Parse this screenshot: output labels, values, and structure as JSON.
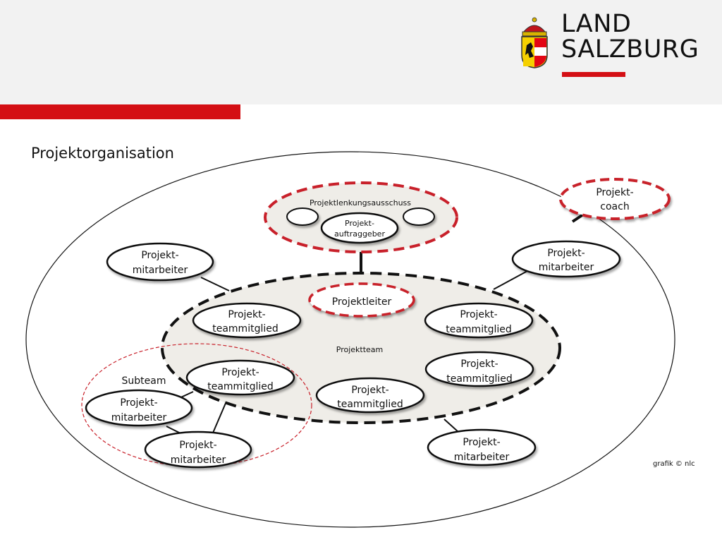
{
  "header": {
    "logo_line1": "LAND",
    "logo_line2": "SALZBURG",
    "brand_color": "#d40f14"
  },
  "page_title": "Projektorganisation",
  "diagram": {
    "steering_committee": {
      "label": "Projektlenkungsausschuss",
      "sponsor_line1": "Projekt-",
      "sponsor_line2": "auftraggeber"
    },
    "coach": {
      "line1": "Projekt-",
      "line2": "coach"
    },
    "project_team_label": "Projektteam",
    "project_leader": "Projektleiter",
    "subteam_label": "Subteam",
    "team_members": [
      {
        "line1": "Projekt-",
        "line2": "teammitglied"
      },
      {
        "line1": "Projekt-",
        "line2": "teammitglied"
      },
      {
        "line1": "Projekt-",
        "line2": "teammitglied"
      },
      {
        "line1": "Projekt-",
        "line2": "teammitglied"
      },
      {
        "line1": "Projekt-",
        "line2": "teammitglied"
      }
    ],
    "staff": [
      {
        "line1": "Projekt-",
        "line2": "mitarbeiter"
      },
      {
        "line1": "Projekt-",
        "line2": "mitarbeiter"
      },
      {
        "line1": "Projekt-",
        "line2": "mitarbeiter"
      },
      {
        "line1": "Projekt-",
        "line2": "mitarbeiter"
      },
      {
        "line1": "Projekt-",
        "line2": "mitarbeiter"
      }
    ],
    "colors": {
      "dashed_red": "#c8202a",
      "team_fill": "#efede8"
    }
  },
  "credit": "grafik © nlc"
}
